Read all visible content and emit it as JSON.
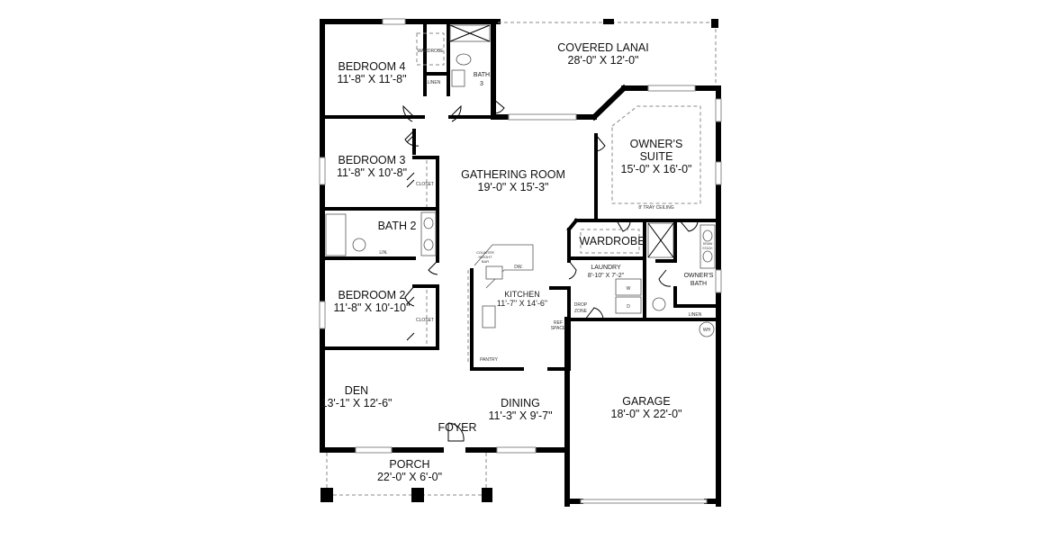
{
  "plan": {
    "rooms": {
      "bedroom4": {
        "name": "BEDROOM 4",
        "dims": "11'-8\" X 11'-8\""
      },
      "bedroom3": {
        "name": "BEDROOM 3",
        "dims": "11'-8\" X 10'-8\""
      },
      "bedroom2": {
        "name": "BEDROOM 2",
        "dims": "11'-8\" X 10'-10\""
      },
      "bath2": {
        "name": "BATH 2"
      },
      "bath3": {
        "name_line1": "BATH",
        "name_line2": "3"
      },
      "covered_lanai": {
        "name": "COVERED LANAI",
        "dims": "28'-0\" X 12'-0\""
      },
      "owners_suite": {
        "name_line1": "OWNER'S",
        "name_line2": "SUITE",
        "dims": "15'-0\" X 16'-0\"",
        "note": "8' TRAY CEILING"
      },
      "gathering_room": {
        "name": "GATHERING ROOM",
        "dims": "19'-0\" X 15'-3\""
      },
      "kitchen": {
        "name": "KITCHEN",
        "dims": "11'-7\" X 14'-6\""
      },
      "laundry": {
        "name": "LAUNDRY",
        "dims": "8'-10\" X 7'-2\""
      },
      "owners_bath": {
        "name_line1": "OWNER'S",
        "name_line2": "BATH"
      },
      "wardrobe_main": {
        "name": "WARDROBE"
      },
      "den": {
        "name": "DEN",
        "dims": "13'-1\" X 12'-6\""
      },
      "dining": {
        "name": "DINING",
        "dims": "11'-3\" X 9'-7\""
      },
      "foyer": {
        "name": "FOYER"
      },
      "porch": {
        "name": "PORCH",
        "dims": "22'-0\" X 6'-0\""
      },
      "garage": {
        "name": "GARAGE",
        "dims": "18'-0\" X 22'-0\""
      }
    },
    "small_labels": {
      "wardrobe_bed4": "WARDROBE",
      "linen_hall": "LINEN",
      "closet_bed3": "CLOSET",
      "closet_bed2": "CLOSET",
      "lin_bath2": "LIN.",
      "counter_line1": "COUNTER",
      "counter_line2": "HEIGHT",
      "counter_line3": "BAR",
      "dw": "DW.",
      "pantry": "PANTRY",
      "ref_line1": "REF",
      "ref_line2": "SPACE",
      "drop_line1": "DROP",
      "drop_line2": "ZONE",
      "washer": "W",
      "dryer": "D",
      "linen_owners": "LINEN",
      "water_heater": "WH",
      "drawer_line1": "DRAW",
      "drawer_line2": "STACK"
    }
  }
}
